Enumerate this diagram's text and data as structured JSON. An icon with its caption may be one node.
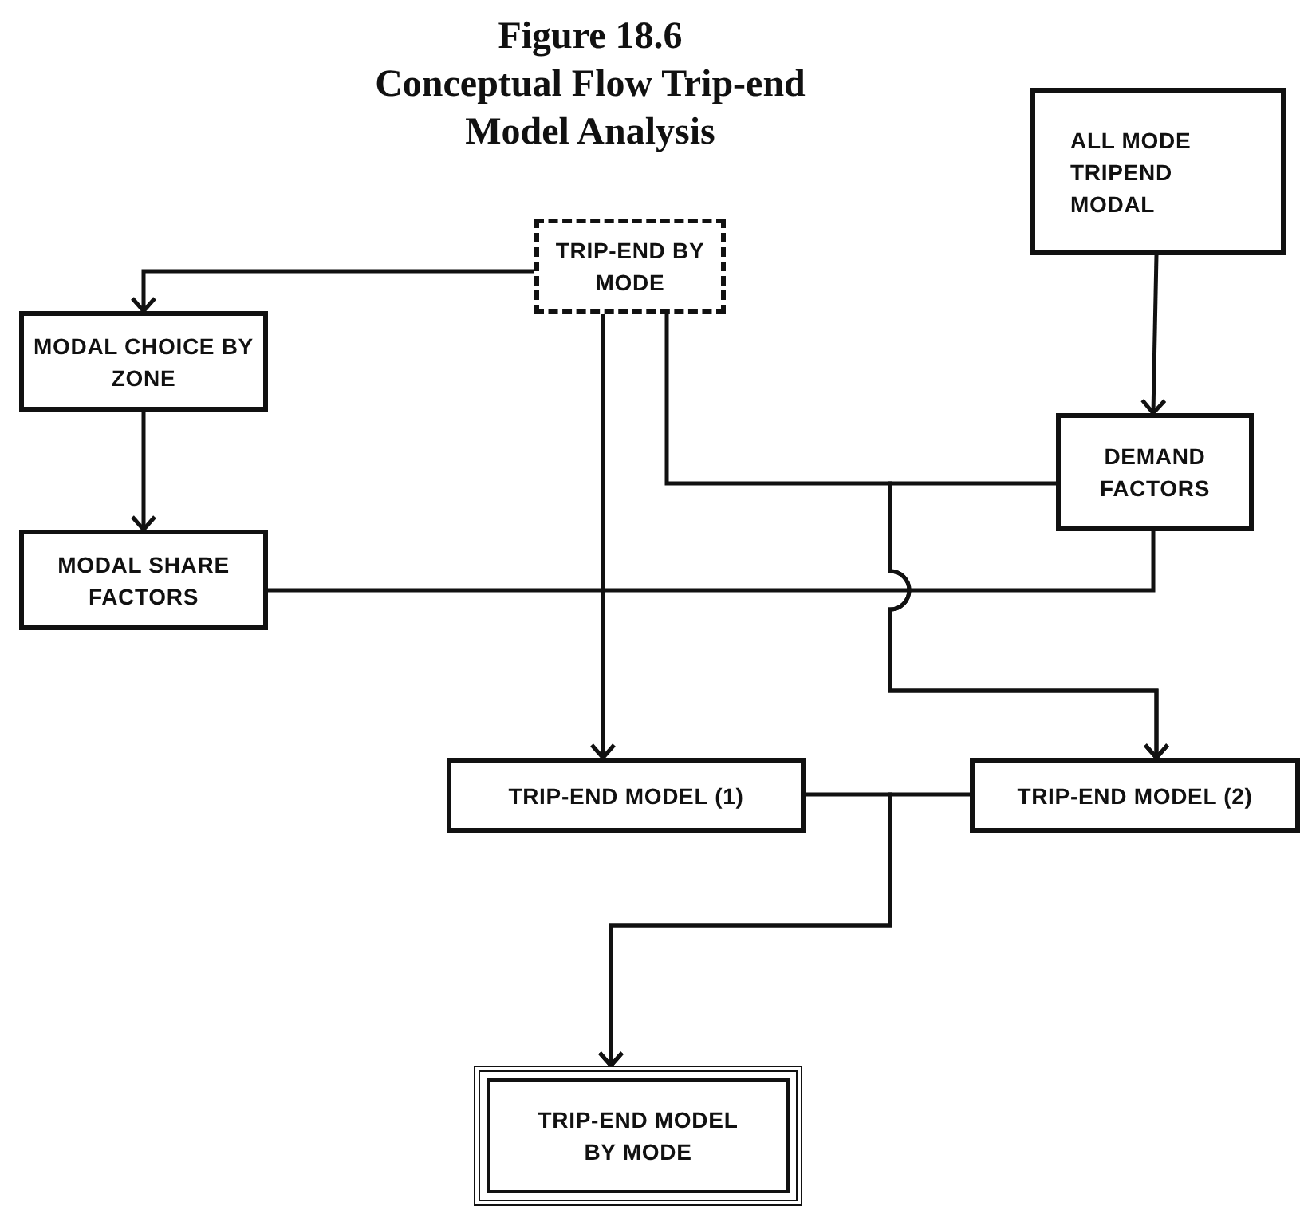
{
  "diagram": {
    "title": "Conceptual Flow Trip-end Model Analysis",
    "labels": [
      "Figure 18.6"
    ],
    "nodes": [
      {
        "text": [
          "TRIP-END BY MODE"
        ]
      },
      {
        "text": [
          "ALL MODE TRIPEND MODAL"
        ]
      },
      {
        "text": [
          "MODAL CHOICE BY ZONE"
        ]
      },
      {
        "text": [
          "DEMAND FACTORS"
        ]
      },
      {
        "text": [
          "MODAL SHARE FACTORS"
        ]
      },
      {
        "text": [
          "TRIP-END MODEL (1)"
        ]
      },
      {
        "text": [
          "TRIP-END MODEL (2)"
        ]
      },
      {
        "text": [
          "TRIP-END MODEL BY MODE"
        ]
      }
    ],
    "edges": [
      {
        "from": 0,
        "to": 2,
        "arrow": "to"
      },
      {
        "from": 1,
        "to": 3,
        "arrow": "to"
      },
      {
        "from": 2,
        "to": 4,
        "arrow": "to"
      },
      {
        "from": 0,
        "to": 5,
        "arrow": "to"
      },
      {
        "from": 0,
        "to": 6,
        "arrow": "to"
      },
      {
        "from": 3,
        "to": 6,
        "arrow": "to"
      },
      {
        "from": 4,
        "to": 3,
        "arrow": "none"
      },
      {
        "from": 5,
        "to": 7,
        "arrow": "to"
      },
      {
        "from": 6,
        "to": 7,
        "arrow": "to"
      }
    ]
  }
}
